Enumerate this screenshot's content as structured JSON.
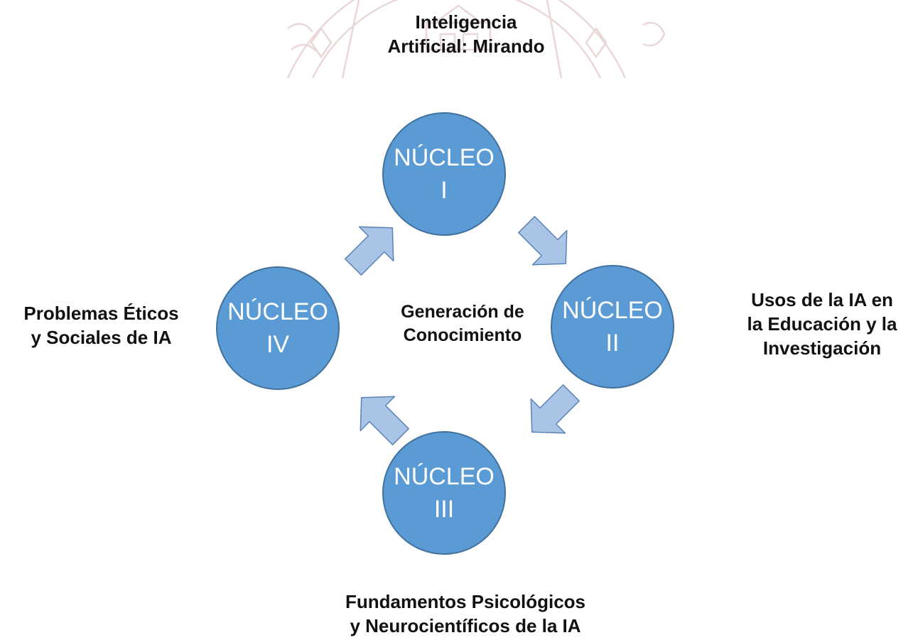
{
  "colors": {
    "circle_fill": "#5b9bd5",
    "circle_stroke": "#41719c",
    "arrow_fill": "#a9c4e6",
    "arrow_stroke": "#5b83b6",
    "watermark": "#ead7d7"
  },
  "watermark": {
    "icon": "university-seal-watermark"
  },
  "center": {
    "line1": "Generación de",
    "line2": "Conocimiento"
  },
  "nuclei": [
    {
      "title": "NÚCLEO",
      "numeral": "I"
    },
    {
      "title": "NÚCLEO",
      "numeral": "II"
    },
    {
      "title": "NÚCLEO",
      "numeral": "III"
    },
    {
      "title": "NÚCLEO",
      "numeral": "IV"
    }
  ],
  "labels": {
    "top": {
      "line1": "Inteligencia",
      "line2": "Artificial: Mirando"
    },
    "right": {
      "line1": "Usos de la IA en",
      "line2": "la Educación y la",
      "line3": "Investigación"
    },
    "bottom": {
      "line1": "Fundamentos Psicológicos",
      "line2": "y Neurocientíficos de la IA"
    },
    "left": {
      "line1": "Problemas Éticos",
      "line2": "y Sociales de IA"
    }
  },
  "arrows": [
    {
      "name": "arrow-nucleo-1-to-2",
      "icon": "arrow-down-right-icon"
    },
    {
      "name": "arrow-nucleo-2-to-3",
      "icon": "arrow-down-left-icon"
    },
    {
      "name": "arrow-nucleo-3-to-4",
      "icon": "arrow-up-left-icon"
    },
    {
      "name": "arrow-nucleo-4-to-1",
      "icon": "arrow-up-right-icon"
    }
  ]
}
